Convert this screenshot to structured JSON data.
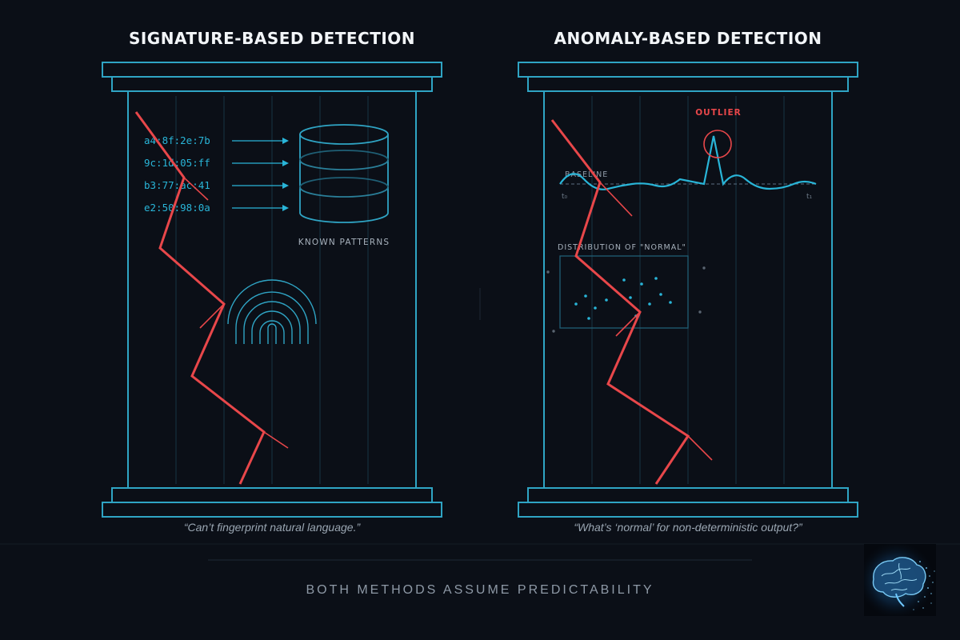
{
  "left_panel": {
    "title": "SIGNATURE-BASED DETECTION",
    "hashes": [
      "a4:8f:2e:7b",
      "9c:1d:05:ff",
      "b3:77:ac:41",
      "e2:50:98:0a"
    ],
    "database_label": "KNOWN PATTERNS",
    "quote": "“Can’t fingerprint natural language.”"
  },
  "right_panel": {
    "title": "ANOMALY-BASED DETECTION",
    "outlier_label": "OUTLIER",
    "baseline_label": "BASELINE",
    "t_start_label": "t₀",
    "t_end_label": "t₁",
    "distribution_label": "DISTRIBUTION OF \"NORMAL\"",
    "quote": "“What’s ‘normal’ for non-deterministic output?”"
  },
  "footer": {
    "text": "BOTH METHODS ASSUME PREDICTABILITY"
  },
  "colors": {
    "background": "#0b0f17",
    "frame": "#2fa4c4",
    "crack": "#e8474a",
    "text_accent": "#29b5d8",
    "muted": "#8e99a6"
  },
  "icons": {
    "database": "database-icon",
    "fingerprint": "fingerprint-icon",
    "logo": "brain-logo-icon"
  }
}
